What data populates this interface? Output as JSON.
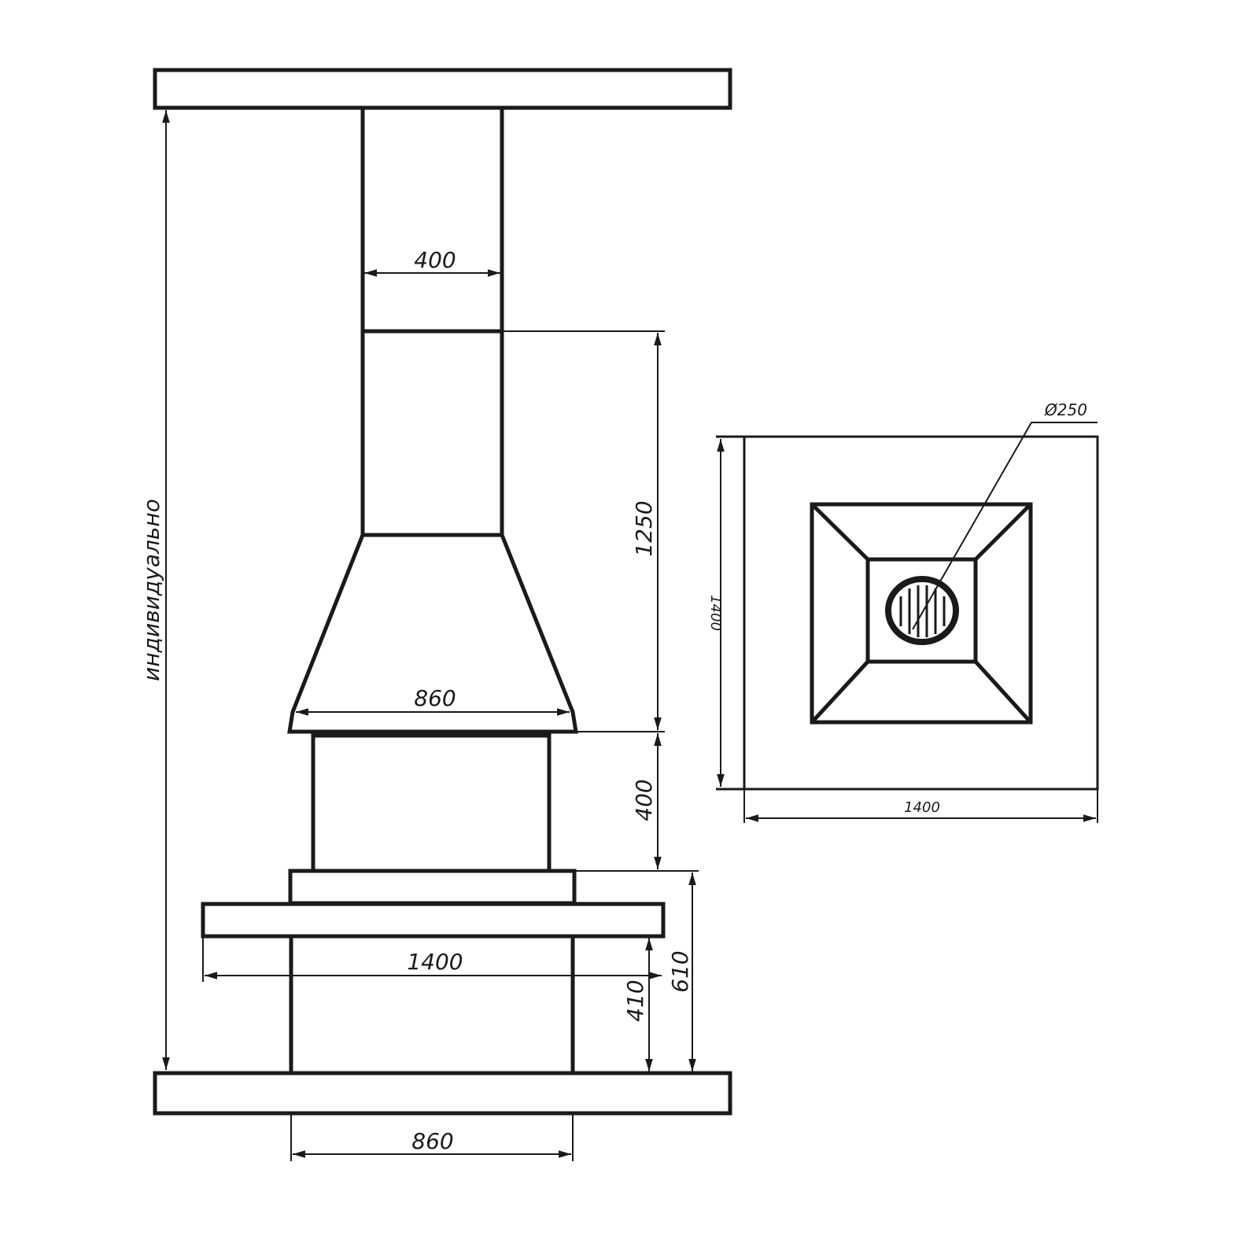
{
  "drawing": {
    "elevation": {
      "height_label": "индивидуально",
      "pipe_width": "400",
      "hood_height": "1250",
      "hood_width": "860",
      "firebox_height": "400",
      "base_height": "610",
      "shelf_height": "410",
      "shelf_width": "1400",
      "bottom_width": "860"
    },
    "plan": {
      "flue_diameter": "Ø250",
      "depth": "1400",
      "width": "1400"
    },
    "colors": {
      "line": "#1a1a1a",
      "background": "#ffffff"
    }
  }
}
